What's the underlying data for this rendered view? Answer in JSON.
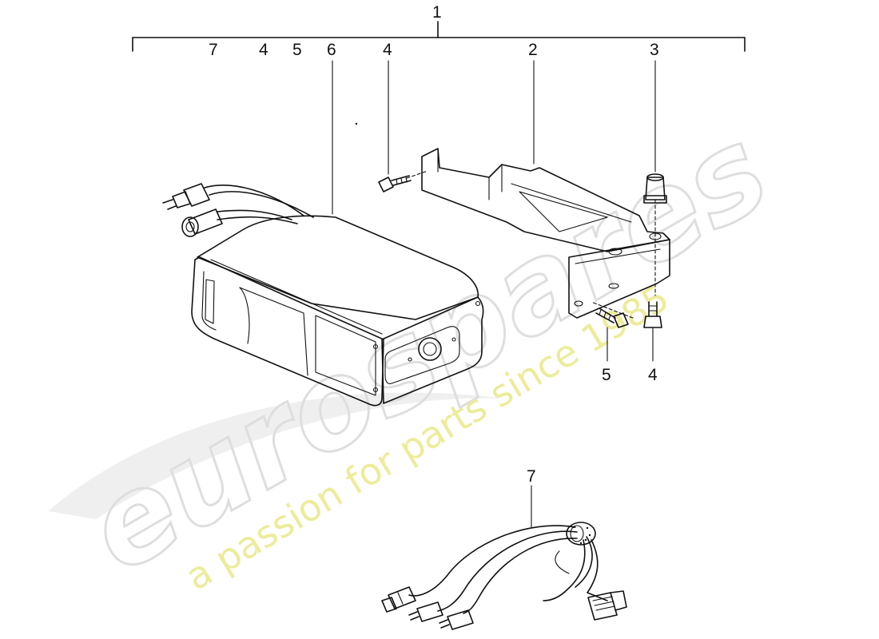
{
  "watermark": {
    "brand": "eurospares",
    "tagline": "a passion for parts since 1985",
    "brand_color": "#e4e4e4",
    "tagline_color": "#ecec9a"
  },
  "callouts": {
    "top_assembly": "1",
    "bracket_top": "2",
    "nut_top": "3",
    "screw_top": "4",
    "screw_bottom": "4",
    "screw_lower": "5",
    "changer_unit": "6",
    "cable_harness": "7",
    "range_7": "7",
    "range_4": "4",
    "range_5": "5"
  }
}
